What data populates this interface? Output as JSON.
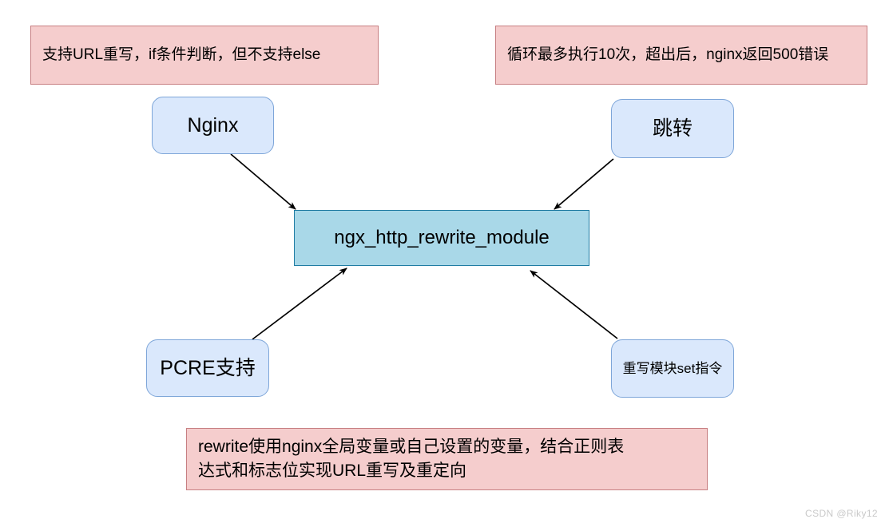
{
  "diagram": {
    "title": "ngx_http_rewrite_module",
    "background_color": "#ffffff",
    "palette": {
      "note_fill": "#f5cdcd",
      "note_border": "#c77f82",
      "pill_fill": "#dae8fc",
      "pill_border": "#7ea6d9",
      "core_fill": "#a9d8e8",
      "core_border": "#1f7ca3",
      "edge_color": "#000000",
      "watermark_color": "#c9c9c9"
    },
    "nodes": {
      "note_top_left": {
        "label": "支持URL重写，if条件判断，但不支持else",
        "shape": "rectangle",
        "kind": "note"
      },
      "note_top_right": {
        "label": "循环最多执行10次，超出后，nginx返回500错误",
        "shape": "rectangle",
        "kind": "note"
      },
      "nginx": {
        "label": "Nginx",
        "shape": "rounded-rectangle",
        "kind": "source"
      },
      "jump": {
        "label": "跳转",
        "shape": "rounded-rectangle",
        "kind": "source"
      },
      "core": {
        "label": "ngx_http_rewrite_module",
        "shape": "rectangle",
        "kind": "module"
      },
      "pcre": {
        "label": "PCRE支持",
        "shape": "rounded-rectangle",
        "kind": "source"
      },
      "set_directive": {
        "label": "重写模块set指令",
        "shape": "rounded-rectangle",
        "kind": "source"
      },
      "note_bottom": {
        "label": "rewrite使用nginx全局变量或自己设置的变量，结合正则表\n达式和标志位实现URL重写及重定向",
        "shape": "rectangle",
        "kind": "note"
      }
    },
    "edges": [
      {
        "name": "nginx-to-core",
        "from": "nginx",
        "to": "core",
        "style": "solid-arrow"
      },
      {
        "name": "jump-to-core",
        "from": "jump",
        "to": "core",
        "style": "solid-arrow"
      },
      {
        "name": "pcre-to-core",
        "from": "pcre",
        "to": "core",
        "style": "solid-arrow"
      },
      {
        "name": "set-directive-to-core",
        "from": "set_directive",
        "to": "core",
        "style": "solid-arrow"
      }
    ],
    "watermark": "CSDN @Riky12"
  }
}
